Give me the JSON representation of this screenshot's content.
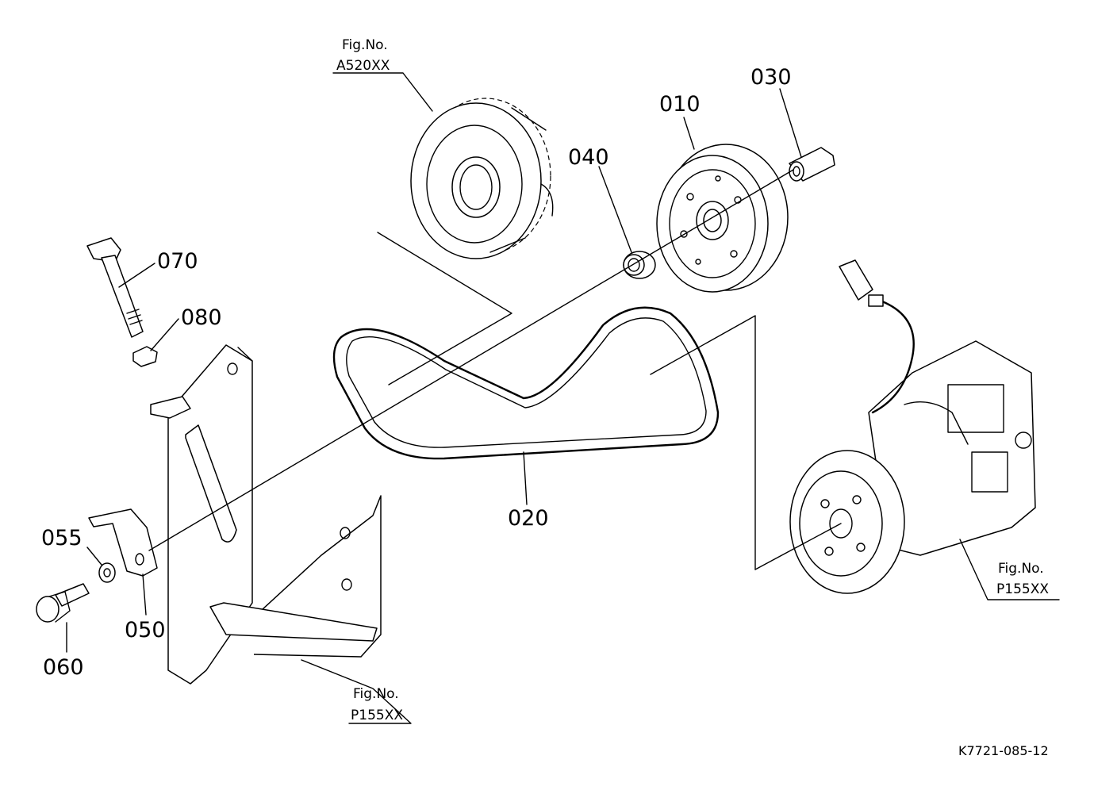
{
  "diagram": {
    "drawing_number": "K7721-085-12",
    "callouts": {
      "p010": "010",
      "p020": "020",
      "p030": "030",
      "p040": "040",
      "p050": "050",
      "p055": "055",
      "p060": "060",
      "p070": "070",
      "p080": "080"
    },
    "figure_refs": {
      "top": {
        "line1": "Fig.No.",
        "line2": "A520XX"
      },
      "right": {
        "line1": "Fig.No.",
        "line2": "P155XX"
      },
      "bottom": {
        "line1": "Fig.No.",
        "line2": "P155XX"
      }
    }
  }
}
